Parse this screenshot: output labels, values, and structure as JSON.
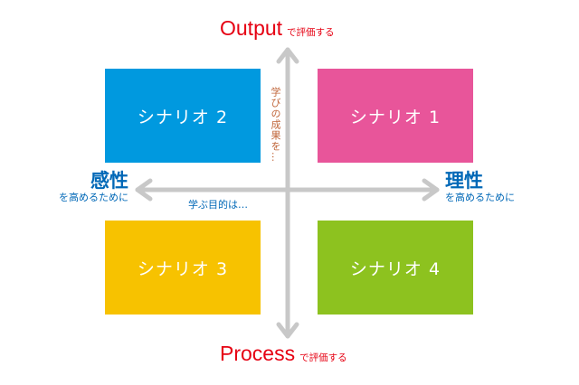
{
  "scenarios": {
    "s1": "シナリオ 1",
    "s2": "シナリオ 2",
    "s3": "シナリオ 3",
    "s4": "シナリオ 4"
  },
  "axis": {
    "top_main": "Output",
    "top_sub": "で評価する",
    "bottom_main": "Process",
    "bottom_sub": "で評価する",
    "vertical_note": "学びの成果を…",
    "horizontal_note": "学ぶ目的は…"
  },
  "sides": {
    "left_main": "感性",
    "left_sub": "を高めるために",
    "right_main": "理性",
    "right_sub": "を高めるために"
  },
  "colors": {
    "scenario1": "#e8559a",
    "scenario2": "#0099df",
    "scenario3": "#f7c200",
    "scenario4": "#8dc21f",
    "axis": "#c8c8c8",
    "output_process_text": "#e60012",
    "side_text": "#0068b7",
    "vertical_note_text": "#c0663a"
  }
}
